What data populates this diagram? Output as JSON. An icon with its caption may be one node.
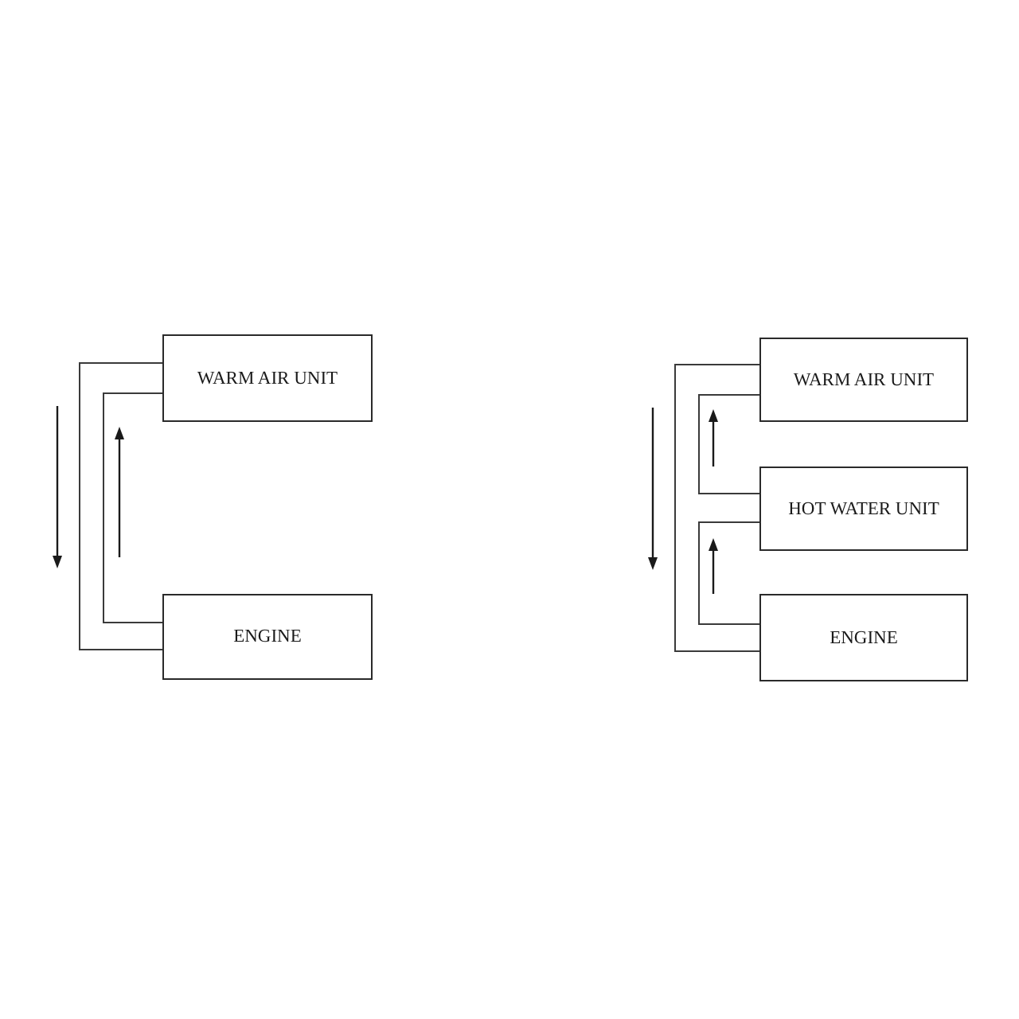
{
  "diagram": {
    "nodes": [
      {
        "text": [
          "WARM AIR UNIT"
        ]
      },
      {
        "text": [
          "ENGINE"
        ]
      },
      {
        "text": [
          "WARM AIR UNIT"
        ]
      },
      {
        "text": [
          "HOT WATER UNIT"
        ]
      },
      {
        "text": [
          "ENGINE"
        ]
      }
    ],
    "edges": [
      {
        "from": 0,
        "to": 1,
        "arrow": "none"
      },
      {
        "from": 1,
        "to": 0,
        "arrow": "none"
      },
      {
        "from": 2,
        "to": 4,
        "arrow": "none"
      },
      {
        "from": 4,
        "to": 3,
        "arrow": "none"
      },
      {
        "from": 3,
        "to": 2,
        "arrow": "none"
      }
    ]
  }
}
